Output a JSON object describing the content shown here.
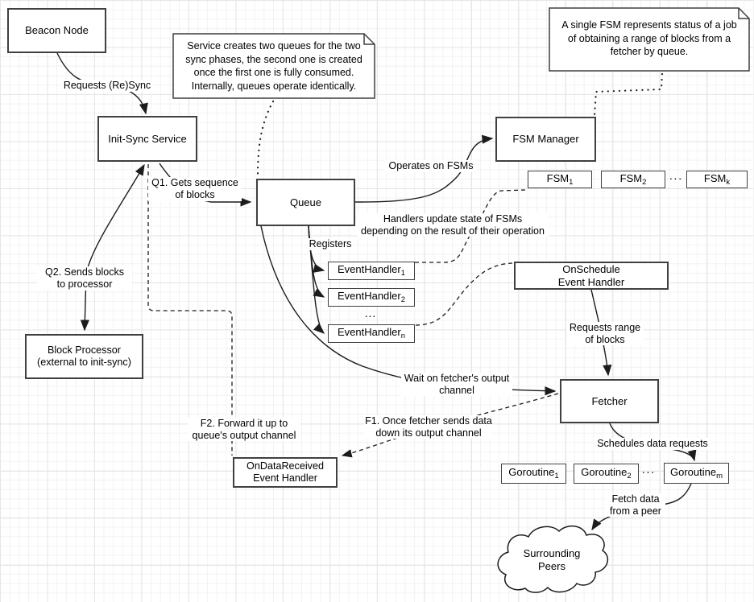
{
  "colors": {
    "line": "#1c1c1c",
    "box_border": "#404040",
    "background": "#ffffff",
    "grid_minor": "#f4f1f2",
    "grid_major": "#e9e4e6",
    "text": "#000000"
  },
  "notes": {
    "queue_note": "Service creates two queues for the two\nsync phases, the second one is created\nonce the first one is fully consumed.\nInternally, queues operate identically.",
    "fsm_note": "A single FSM represents status of a job\nof obtaining a range of blocks from a\nfetcher by queue."
  },
  "nodes": {
    "beacon_node": {
      "label": "Beacon Node"
    },
    "init_sync": {
      "label": "Init-Sync Service"
    },
    "queue": {
      "label": "Queue"
    },
    "fsm_manager": {
      "label": "FSM Manager"
    },
    "block_processor": {
      "label": "Block Processor\n(external to init-sync)"
    },
    "on_schedule": {
      "label": "OnSchedule\nEvent Handler"
    },
    "fetcher": {
      "label": "Fetcher"
    },
    "on_data_received": {
      "label": "OnDataReceived\nEvent Handler"
    },
    "surrounding_peers": {
      "label": "Surrounding\nPeers"
    },
    "fsms": [
      {
        "base": "FSM",
        "sub": "1"
      },
      {
        "base": "FSM",
        "sub": "2"
      },
      {
        "base": "FSM",
        "sub": "k"
      }
    ],
    "fsms_ellipsis": "···",
    "event_handlers": [
      {
        "base": "EventHandler",
        "sub": "1"
      },
      {
        "base": "EventHandler",
        "sub": "2"
      },
      {
        "base": "EventHandler",
        "sub": "n"
      }
    ],
    "event_handlers_ellipsis": "...",
    "goroutines": [
      {
        "base": "Goroutine",
        "sub": "1"
      },
      {
        "base": "Goroutine",
        "sub": "2"
      },
      {
        "base": "Goroutine",
        "sub": "m"
      }
    ],
    "goroutines_ellipsis": "···"
  },
  "edge_labels": {
    "requests_resync": "Requests (Re)Sync",
    "q1": "Q1. Gets sequence\nof blocks",
    "q2": "Q2. Sends blocks\nto processor",
    "operates": "Operates on FSMs",
    "handlers_update": "Handlers update state of FSMs\ndepending on the result of their operation",
    "registers": "Registers",
    "wait_output": "Wait on fetcher's output\nchannel",
    "f1": "F1. Once fetcher sends data\ndown its output channel",
    "f2": "F2. Forward it up to\nqueue's output channel",
    "requests_range": "Requests range\nof blocks",
    "schedules": "Schedules data requests",
    "fetch_data": "Fetch data\nfrom a peer"
  }
}
